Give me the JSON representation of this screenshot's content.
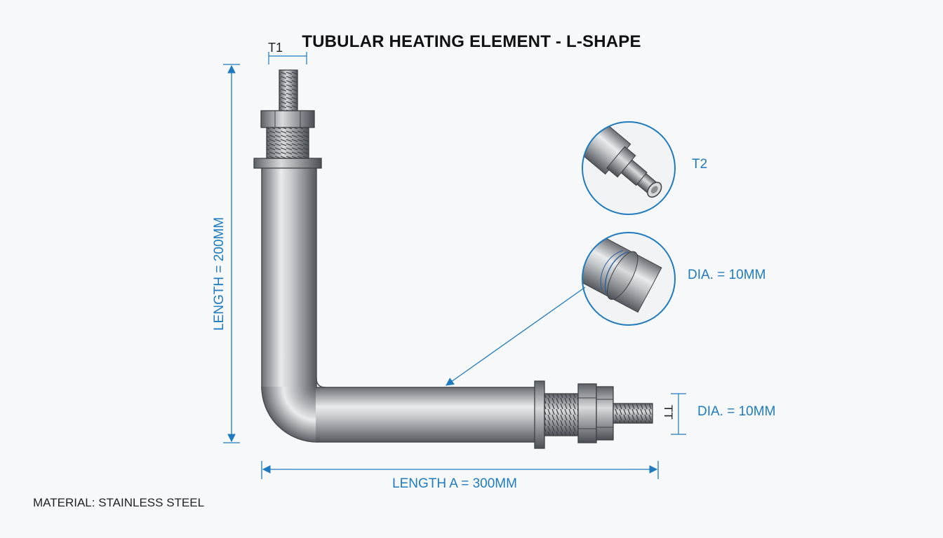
{
  "title": "TUBULAR HEATING ELEMENT - L-SHAPE",
  "labels": {
    "t1": "T1",
    "t2": "T2",
    "t_end": "TT",
    "length_b": "LENGTH = 200MM",
    "length_a": "LENGTH A = 300MM",
    "dia_detail": "DIA. = 10MM",
    "dia_end": "DIA. = 10MM",
    "material": "MATERIAL: STAINLESS STEEL"
  },
  "colors": {
    "dimension": "#1f7bbf",
    "steel_dark": "#6e7277",
    "steel_light": "#e4e6e8",
    "text": "#111111"
  }
}
